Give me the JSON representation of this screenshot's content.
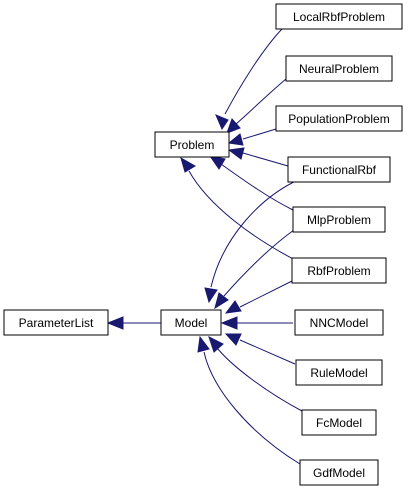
{
  "diagram": {
    "type": "class-inheritance-graph",
    "nodes": {
      "local_rbf_problem": "LocalRbfProblem",
      "neural_problem": "NeuralProblem",
      "population_problem": "PopulationProblem",
      "problem": "Problem",
      "functional_rbf": "FunctionalRbf",
      "mlp_problem": "MlpProblem",
      "rbf_problem": "RbfProblem",
      "parameter_list": "ParameterList",
      "model": "Model",
      "nnc_model": "NNCModel",
      "rule_model": "RuleModel",
      "fc_model": "FcModel",
      "gdf_model": "GdfModel"
    },
    "edges": [
      {
        "from": "local_rbf_problem",
        "to": "problem"
      },
      {
        "from": "neural_problem",
        "to": "problem"
      },
      {
        "from": "population_problem",
        "to": "problem"
      },
      {
        "from": "functional_rbf",
        "to": "problem"
      },
      {
        "from": "mlp_problem",
        "to": "problem"
      },
      {
        "from": "rbf_problem",
        "to": "problem"
      },
      {
        "from": "functional_rbf",
        "to": "model"
      },
      {
        "from": "mlp_problem",
        "to": "model"
      },
      {
        "from": "rbf_problem",
        "to": "model"
      },
      {
        "from": "nnc_model",
        "to": "model"
      },
      {
        "from": "rule_model",
        "to": "model"
      },
      {
        "from": "fc_model",
        "to": "model"
      },
      {
        "from": "gdf_model",
        "to": "model"
      },
      {
        "from": "model",
        "to": "parameter_list"
      }
    ],
    "colors": {
      "edge": "#191970",
      "node_border": "#000000",
      "node_fill": "#ffffff",
      "background": "#ffffff"
    }
  }
}
